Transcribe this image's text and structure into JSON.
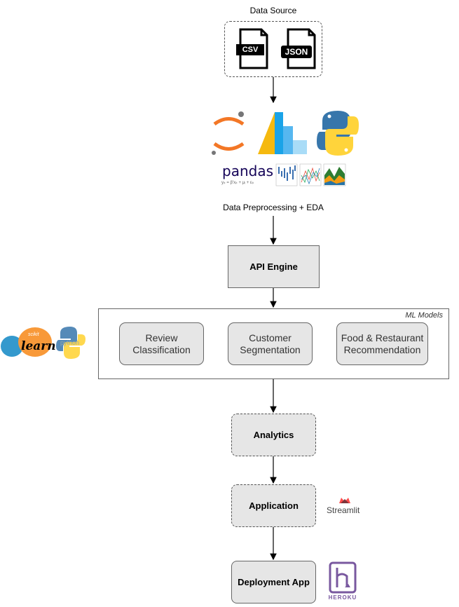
{
  "source": {
    "title": "Data Source",
    "csv": "CSV",
    "json": "JSON"
  },
  "tools": {
    "pandas": "pandas",
    "pandas_formula": "yᵢₜ = β′xᵢₜ + μᵢ + εᵢₜ"
  },
  "preprocess": {
    "label": "Data Preprocessing + EDA"
  },
  "api": {
    "label": "API Engine"
  },
  "models": {
    "group_label": "ML Models",
    "items": [
      {
        "line1": "Review",
        "line2": "Classification"
      },
      {
        "line1": "Customer",
        "line2": "Segmentation"
      },
      {
        "line1": "Food & Restaurant",
        "line2": "Recommendation"
      }
    ]
  },
  "sklearn": {
    "learn": "learn",
    "scikit": "scikit",
    "python": "python"
  },
  "analytics": {
    "label": "Analytics"
  },
  "application": {
    "label": "Application"
  },
  "streamlit": {
    "label": "Streamlit"
  },
  "deployment": {
    "label": "Deployment App"
  },
  "heroku": {
    "label": "HEROKU"
  },
  "colors": {
    "box_fill": "#e6e6e6",
    "heroku": "#79589f",
    "streamlit": "#ff4b4b",
    "python_blue": "#3776ab",
    "python_yellow": "#ffd43b",
    "jupyter": "#f37726"
  }
}
